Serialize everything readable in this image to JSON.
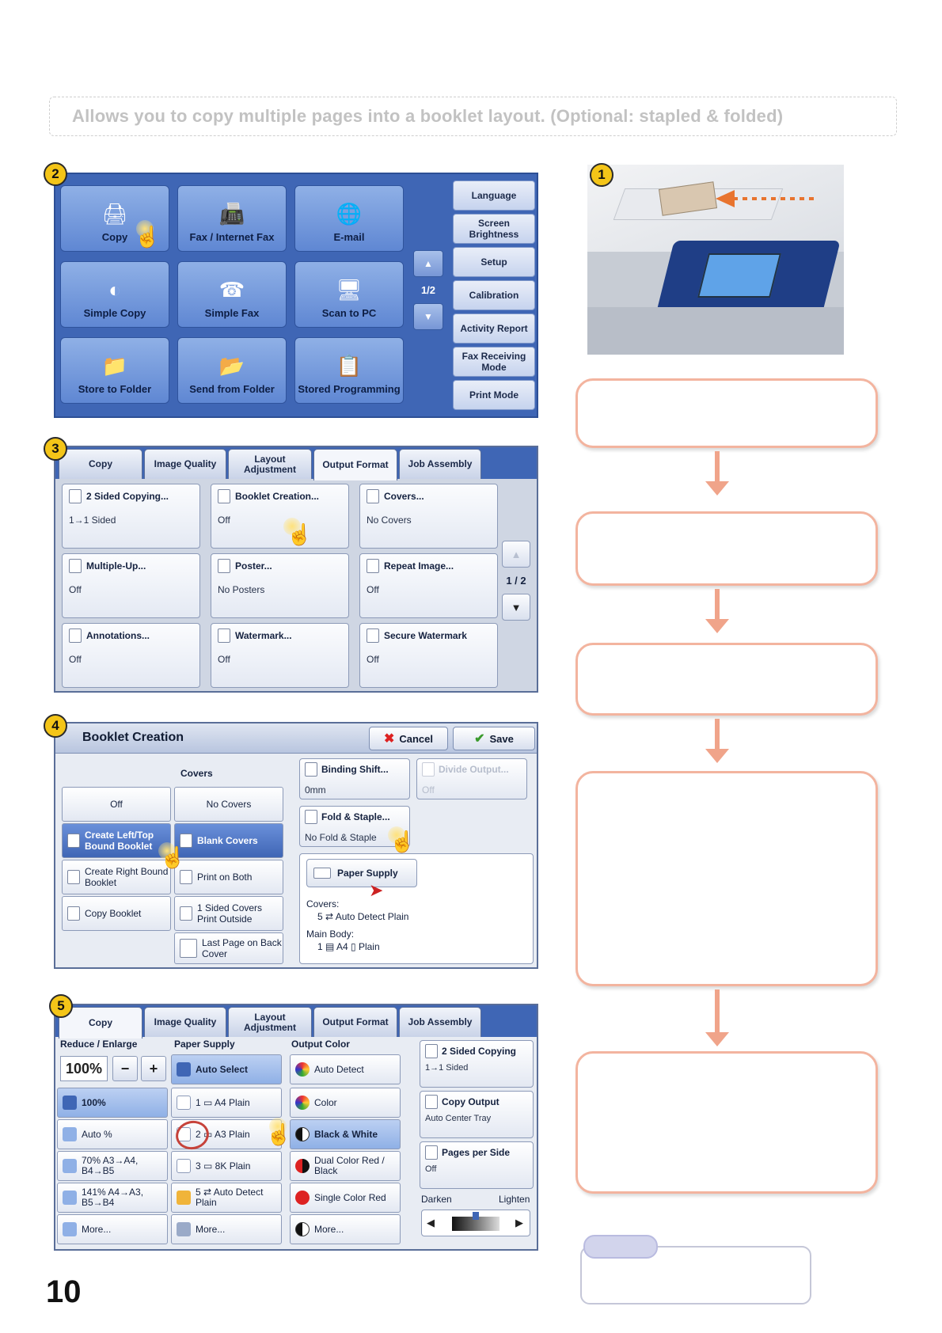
{
  "intro": "Allows you to copy multiple pages into a booklet layout. (Optional: stapled & folded)",
  "steps": [
    "1",
    "2",
    "3",
    "4",
    "5"
  ],
  "page_number": "10",
  "main_menu": {
    "buttons": [
      "Copy",
      "Fax / Internet Fax",
      "E-mail",
      "Simple Copy",
      "Simple Fax",
      "Scan to PC",
      "Store to Folder",
      "Send from Folder",
      "Stored Programming"
    ],
    "page_indicator": "1/2",
    "side_buttons": [
      "Language",
      "Screen Brightness",
      "Setup",
      "Calibration",
      "Activity Report",
      "Fax Receiving Mode",
      "Print Mode"
    ]
  },
  "output_format": {
    "tabs": [
      "Copy",
      "Image Quality",
      "Layout Adjustment",
      "Output Format",
      "Job Assembly"
    ],
    "cards": [
      {
        "title": "2 Sided Copying...",
        "value": "1→1 Sided"
      },
      {
        "title": "Booklet Creation...",
        "value": "Off"
      },
      {
        "title": "Covers...",
        "value": "No Covers"
      },
      {
        "title": "Multiple-Up...",
        "value": "Off"
      },
      {
        "title": "Poster...",
        "value": "No Posters"
      },
      {
        "title": "Repeat Image...",
        "value": "Off"
      },
      {
        "title": "Annotations...",
        "value": "Off"
      },
      {
        "title": "Watermark...",
        "value": "Off"
      },
      {
        "title": "Secure Watermark",
        "value": "Off"
      }
    ],
    "page_indicator": "1 / 2"
  },
  "booklet": {
    "title": "Booklet Creation",
    "cancel": "Cancel",
    "save": "Save",
    "covers_label": "Covers",
    "layout_options": [
      "Off",
      "Create Left/Top Bound Booklet",
      "Create Right Bound Booklet",
      "Copy Booklet"
    ],
    "cover_options": [
      "No Covers",
      "Blank Covers",
      "Print on Both",
      "1 Sided Covers Print Outside",
      "Last Page on Back Cover"
    ],
    "binding_shift": {
      "title": "Binding Shift...",
      "value": "0mm"
    },
    "divide_output": {
      "title": "Divide Output...",
      "value": "Off"
    },
    "fold_staple": {
      "title": "Fold & Staple...",
      "value": "No Fold & Staple"
    },
    "paper_supply": "Paper Supply",
    "covers_key": "Covers:",
    "covers_val": "5 ⇄ Auto Detect Plain",
    "main_body_key": "Main Body:",
    "main_body_val": "1 ▤ A4 ▯ Plain"
  },
  "copy_tab": {
    "tabs": [
      "Copy",
      "Image Quality",
      "Layout Adjustment",
      "Output Format",
      "Job Assembly"
    ],
    "reduce_label": "Reduce / Enlarge",
    "percent": "100%",
    "minus": "−",
    "plus": "+",
    "reduce_options": [
      "100%",
      "Auto %",
      "70% A3→A4, B4→B5",
      "141% A4→A3, B5→B4",
      "More..."
    ],
    "paper_label": "Paper Supply",
    "paper_options": [
      "Auto Select",
      "1 ▭ A4 Plain",
      "2 ▭ A3 Plain",
      "3 ▭ 8K Plain",
      "5 ⇄ Auto Detect Plain",
      "More..."
    ],
    "color_label": "Output Color",
    "color_options": [
      "Auto Detect",
      "Color",
      "Black & White",
      "Dual Color Red / Black",
      "Single Color Red",
      "More..."
    ],
    "two_sided": {
      "title": "2 Sided Copying",
      "value": "1→1 Sided"
    },
    "copy_output": {
      "title": "Copy Output",
      "value": "Auto Center Tray"
    },
    "pages_per_side": {
      "title": "Pages per Side",
      "value": "Off"
    },
    "darken": "Darken",
    "lighten": "Lighten"
  },
  "colors": {
    "screen_blue": "#3f66b5",
    "flow_border": "#f3b49f",
    "badge": "#f4c518"
  },
  "icons": {
    "left": "◀",
    "right": "▶",
    "up": "▲",
    "down": "▼"
  }
}
